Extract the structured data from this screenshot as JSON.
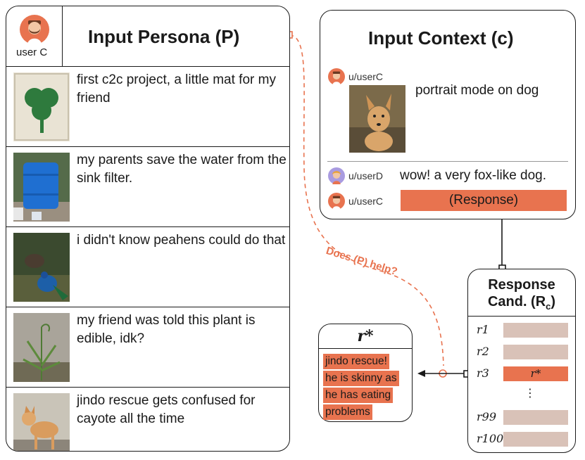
{
  "persona": {
    "title": "Input Persona (P)",
    "user_label": "user C",
    "posts": [
      {
        "text": "first c2c project, a little mat for my friend"
      },
      {
        "text": "my parents save the water from the sink filter."
      },
      {
        "text": "i didn't know peahens could do that"
      },
      {
        "text": "my friend was told this plant is edible, idk?"
      },
      {
        "text": "jindo rescue gets confused for cayote all the time"
      }
    ]
  },
  "context": {
    "title": "Input Context (c)",
    "post_user": "u/userC",
    "post_text": "portrait mode on dog",
    "reply_user": "u/userD",
    "reply_text": "wow! a very fox-like dog.",
    "response_user": "u/userC",
    "response_label": "(Response)"
  },
  "question": "Does (P) help?",
  "candidates": {
    "title_line1": "Response",
    "title_line2": "Cand. (R",
    "title_sub": "c",
    "title_close": ")",
    "labels": [
      "r1",
      "r2",
      "r3",
      "⋮",
      "r99",
      "r100"
    ],
    "selected_label": "r*"
  },
  "rstar": {
    "title": "r*",
    "lines": [
      "jindo rescue!",
      "he is skinny as",
      "he has eating",
      "problems"
    ]
  },
  "colors": {
    "accent": "#e8734f",
    "candidate_bar": "#d9c2b8",
    "outline": "#1a1a1a"
  }
}
